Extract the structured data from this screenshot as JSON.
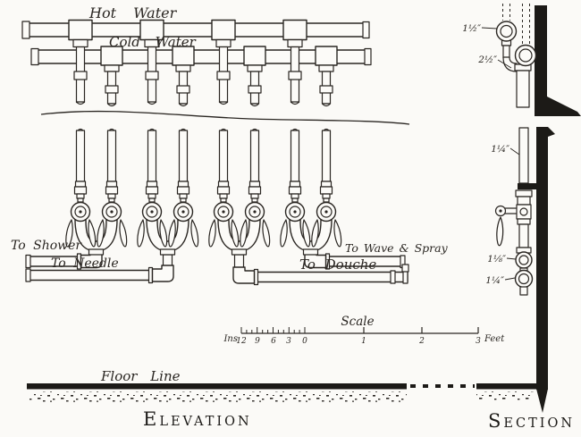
{
  "figure": {
    "mains": {
      "hot_label": "Hot Water",
      "cold_label": "Cold Water"
    },
    "outlets": {
      "shower": "To Shower",
      "needle": "To Needle",
      "douche": "To Douche",
      "wave_spray": "To Wave & Spray"
    },
    "floor_label": "Floor Line",
    "views": {
      "elevation_initial": "E",
      "elevation_rest": "LEVATION",
      "section_initial": "S",
      "section_rest": "ECTION"
    },
    "scale_bar": {
      "title": "Scale",
      "inches_unit": "Ins",
      "feet_unit": "Feet",
      "inch_ticks": [
        "12",
        "9",
        "6",
        "3",
        "0"
      ],
      "feet_ticks": [
        "1",
        "2",
        "3"
      ]
    },
    "pipe_sizes": {
      "hot_main": "1½″",
      "cold_main": "2½″",
      "riser": "1¼″",
      "valve_upper": "1⅛″",
      "valve_lower": "1¼″"
    }
  },
  "colors": {
    "ink": "#2a2622",
    "paper": "#fbfaf7"
  }
}
